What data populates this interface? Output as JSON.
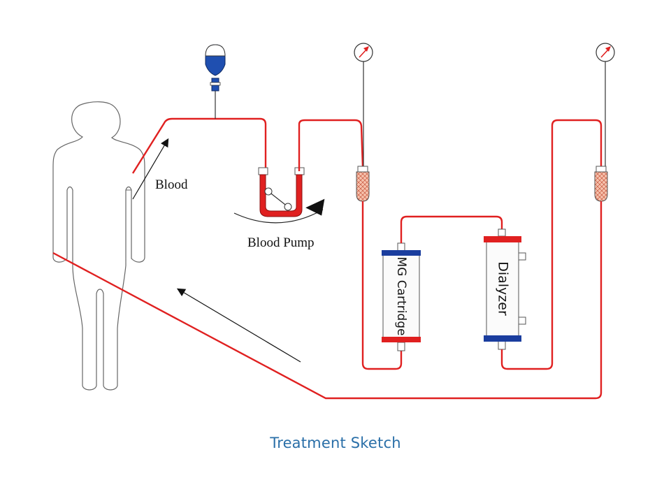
{
  "labels": {
    "blood": "Blood",
    "blood_pump": "Blood Pump",
    "cartridge": "MG Cartridge",
    "dialyzer": "Dialyzer"
  },
  "caption": "Treatment Sketch",
  "colors": {
    "tubing": "#e02020",
    "outline": "#555555",
    "caption": "#2a6fa8",
    "cap_blue": "#1a3d9e",
    "cap_red": "#e02020",
    "bag": "#1f4fb0",
    "filter": "#f4b8a0"
  }
}
